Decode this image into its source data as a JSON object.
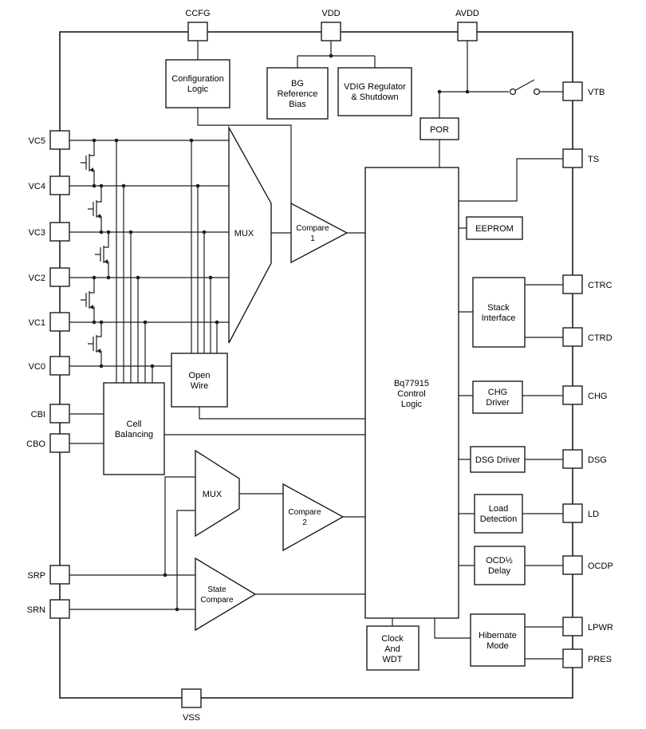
{
  "diagram": {
    "device": "Bq77915",
    "pins": {
      "top": [
        {
          "label": "CCFG"
        },
        {
          "label": "VDD"
        },
        {
          "label": "AVDD"
        }
      ],
      "bottom": [
        {
          "label": "VSS"
        }
      ],
      "left": [
        {
          "label": "VC5"
        },
        {
          "label": "VC4"
        },
        {
          "label": "VC3"
        },
        {
          "label": "VC2"
        },
        {
          "label": "VC1"
        },
        {
          "label": "VC0"
        },
        {
          "label": "CBI"
        },
        {
          "label": "CBO"
        },
        {
          "label": "SRP"
        },
        {
          "label": "SRN"
        }
      ],
      "right": [
        {
          "label": "VTB"
        },
        {
          "label": "TS"
        },
        {
          "label": "CTRC"
        },
        {
          "label": "CTRD"
        },
        {
          "label": "CHG"
        },
        {
          "label": "DSG"
        },
        {
          "label": "LD"
        },
        {
          "label": "OCDP"
        },
        {
          "label": "LPWR"
        },
        {
          "label": "PRES"
        }
      ]
    },
    "blocks": {
      "configuration_logic": {
        "lines": [
          "Configuration",
          "Logic"
        ]
      },
      "bg_reference_bias": {
        "lines": [
          "BG",
          "Reference",
          "Bias"
        ]
      },
      "vdig_regulator": {
        "lines": [
          "VDIG Regulator",
          "& Shutdown"
        ]
      },
      "por": {
        "lines": [
          "POR"
        ]
      },
      "mux1": {
        "lines": [
          "MUX"
        ]
      },
      "compare1": {
        "lines": [
          "Compare",
          "1"
        ]
      },
      "open_wire": {
        "lines": [
          "Open",
          "Wire"
        ]
      },
      "cell_balancing": {
        "lines": [
          "Cell",
          "Balancing"
        ]
      },
      "control_logic": {
        "lines": [
          "Bq77915",
          "Control",
          "Logic"
        ]
      },
      "eeprom": {
        "lines": [
          "EEPROM"
        ]
      },
      "stack_interface": {
        "lines": [
          "Stack",
          "Interface"
        ]
      },
      "chg_driver": {
        "lines": [
          "CHG",
          "Driver"
        ]
      },
      "dsg_driver": {
        "lines": [
          "DSG Driver"
        ]
      },
      "load_detection": {
        "lines": [
          "Load",
          "Detection"
        ]
      },
      "ocd_delay": {
        "lines": [
          "OCD½",
          "Delay"
        ]
      },
      "hibernate_mode": {
        "lines": [
          "Hibernate",
          "Mode"
        ]
      },
      "mux2": {
        "lines": [
          "MUX"
        ]
      },
      "compare2": {
        "lines": [
          "Compare",
          "2"
        ]
      },
      "state_compare": {
        "lines": [
          "State",
          "Compare"
        ]
      },
      "clock_wdt": {
        "lines": [
          "Clock",
          "And",
          "WDT"
        ]
      }
    }
  }
}
